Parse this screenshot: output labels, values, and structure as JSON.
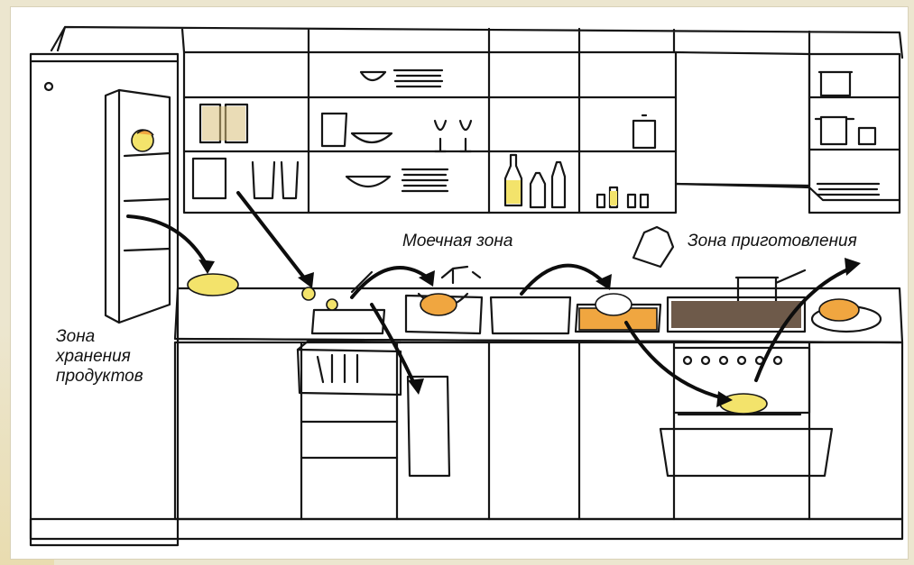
{
  "zones": {
    "washing": "Моечная зона",
    "cooking": "Зона приготовления",
    "storage_line1": "Зона",
    "storage_line2": "хранения",
    "storage_line3": "продуктов"
  },
  "colors": {
    "ink": "#151515",
    "arrow": "#0d0d0d",
    "accent_yellow": "#F3E36B",
    "accent_orange": "#F0A640",
    "counter_brown": "#6E5A4A",
    "page_bg": "#ECE6CF"
  }
}
